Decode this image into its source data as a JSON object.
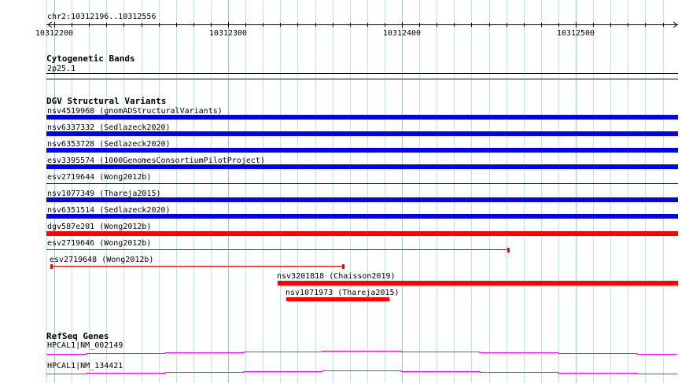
{
  "ruler": {
    "region": "chr2:10312196..10312556",
    "ticks": [
      "10312200",
      "10312300",
      "10312400",
      "10312500"
    ]
  },
  "cytoband": {
    "title": "Cytogenetic Bands",
    "band": "2p25.1"
  },
  "dgv": {
    "title": "DGV Structural Variants",
    "features": [
      {
        "label": "nsv4519968 (gnomADStructuralVariants)",
        "color": "#0000ee"
      },
      {
        "label": "nsv6337332 (Sedlazeck2020)",
        "color": "#0000ee"
      },
      {
        "label": "nsv6353728 (Sedlazeck2020)",
        "color": "#0000ee"
      },
      {
        "label": "esv3395574 (1000GenomesConsortiumPilotProject)",
        "color": "#0000ee"
      },
      {
        "label": "esv2719644 (Wong2012b)",
        "color": "#00008b"
      },
      {
        "label": "nsv1077349 (Thareja2015)",
        "color": "#0000ee"
      },
      {
        "label": "nsv6351514 (Sedlazeck2020)",
        "color": "#0000ee"
      },
      {
        "label": "dgv587e201 (Wong2012b)",
        "color": "#ff0000"
      },
      {
        "label": "esv2719646 (Wong2012b)",
        "color": "#cc0000"
      },
      {
        "label": "esv2719648 (Wong2012b)",
        "color": "#ff0000"
      },
      {
        "label": "nsv3201818 (Chaisson2019)",
        "color": "#ff0000"
      },
      {
        "label": "nsv1071973 (Thareja2015)",
        "color": "#ff0000"
      }
    ]
  },
  "refseq": {
    "title": "RefSeq Genes",
    "genes": [
      {
        "label": "HPCAL1|NM_002149",
        "color": "#ff00ff"
      },
      {
        "label": "HPCAL1|NM_134421",
        "color": "#ff00ff"
      }
    ]
  }
}
